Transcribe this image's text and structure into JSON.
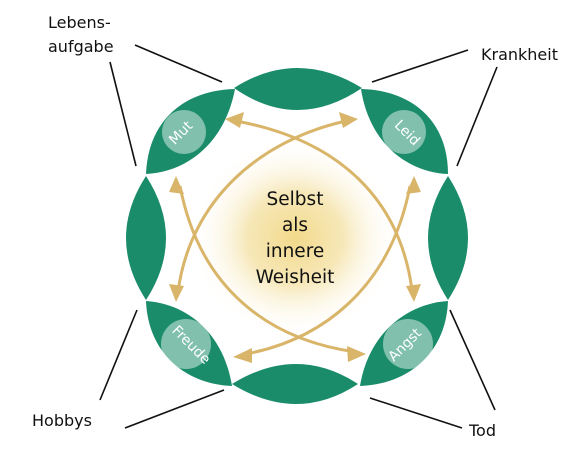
{
  "labels": {
    "lebensaufgabe_line1": "Lebens-",
    "lebensaufgabe_line2": "aufgabe",
    "krankheit": "Krankheit",
    "hobbys": "Hobbys",
    "tod": "Tod"
  },
  "center": {
    "line1": "Selbst",
    "line2": "als",
    "line3": "innere",
    "line4": "Weisheit"
  },
  "bubbles": {
    "mut": "Mut",
    "leid": "Leid",
    "freude": "Freude",
    "angst": "Angst"
  },
  "colors": {
    "petal": "#1a8c6a",
    "arrow": "#d9b56a",
    "glow": "#f2d98a"
  }
}
